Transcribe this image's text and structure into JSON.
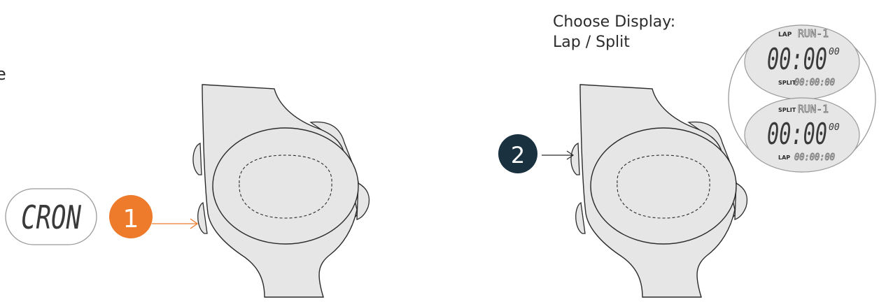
{
  "instruction": {
    "cut_off_char": "e",
    "choose_display_line1": "Choose Display:",
    "choose_display_line2": "Lap / Split"
  },
  "cron_display": {
    "text": "CRON"
  },
  "steps": [
    {
      "number": "1",
      "color": "#ee7a2b"
    },
    {
      "number": "2",
      "color": "#1a3140"
    }
  ],
  "lcd_options": [
    {
      "top_label": "LAP",
      "mode_text": "RUN-1",
      "main_time": "00:00",
      "hundredths": "00",
      "bottom_label": "SPLIT",
      "sub_time": "00:00:00"
    },
    {
      "top_label": "SPLIT",
      "mode_text": "RUN-1",
      "main_time": "00:00",
      "hundredths": "00",
      "bottom_label": "LAP",
      "sub_time": "00:00:00"
    }
  ],
  "colors": {
    "watch_fill": "#e6e6e6",
    "outline": "#2b2b2b",
    "accent_orange": "#ee7a2b",
    "dark_badge": "#1a3140"
  }
}
